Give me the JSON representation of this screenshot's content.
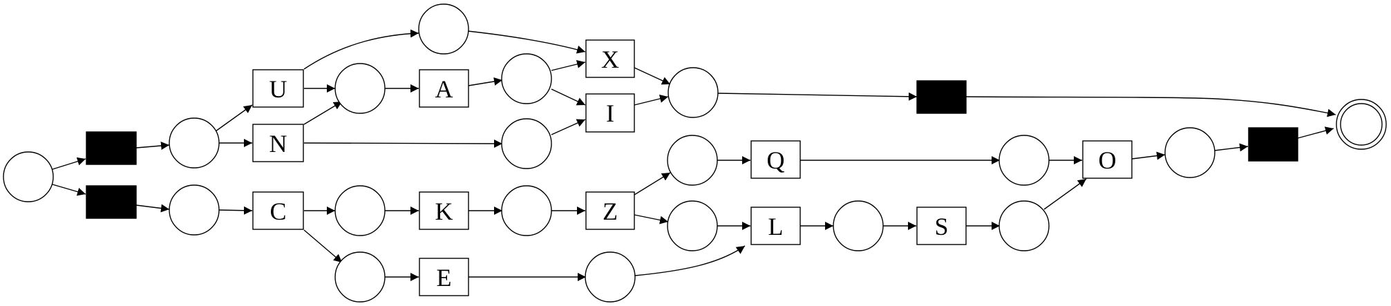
{
  "diagram": {
    "labels": {
      "U": "U",
      "N": "N",
      "A": "A",
      "X": "X",
      "I": "I",
      "C": "C",
      "K": "K",
      "E": "E",
      "Z": "Z",
      "Q": "Q",
      "L": "L",
      "S": "S",
      "O": "O"
    },
    "colors": {
      "stroke": "#000000",
      "silent_transition": "#000000",
      "background": "#ffffff"
    }
  }
}
